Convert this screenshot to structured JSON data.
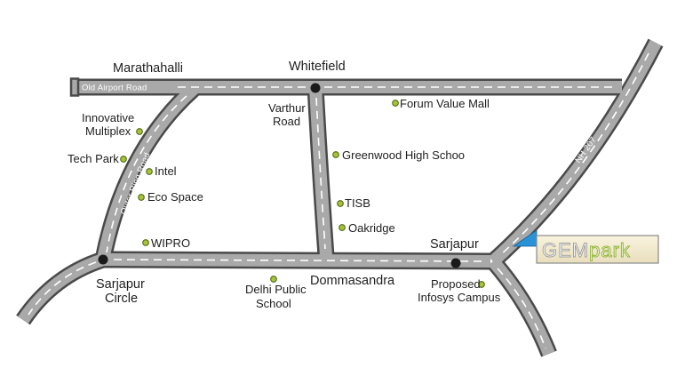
{
  "colors": {
    "road_fill": "#a9a9a9",
    "road_outline": "#4a4a4a",
    "lane_dash": "#ffffff",
    "junction": "#1a1a1a",
    "landmark_dot": "#a8c23a",
    "landmark_dot_outline": "#4f6b12",
    "label_text": "#1e1e1e",
    "logo_bg": "#f4ecd0",
    "logo_border": "#8a8a8a",
    "marker_blue": "#2a93d8"
  },
  "roads": {
    "old_airport_road": "Old Airport Road",
    "outer_ring_road": "Outer Ring Road",
    "nh_207": "NH 207"
  },
  "junctions": {
    "marathahalli": "Marathahalli",
    "whitefield": "Whitefield",
    "varthur_road_line1": "Varthur",
    "varthur_road_line2": "Road",
    "sarjapur_circle_line1": "Sarjapur",
    "sarjapur_circle_line2": "Circle",
    "dommasandra": "Dommasandra",
    "sarjapur": "Sarjapur"
  },
  "landmarks": {
    "innovative_multiplex_line1": "Innovative",
    "innovative_multiplex_line2": "Multiplex",
    "tech_park": "Tech Park",
    "intel": "Intel",
    "eco_space": "Eco Space",
    "wipro": "WIPRO",
    "forum_value_mall": "Forum Value Mall",
    "greenwood_high": "Greenwood High Schoo",
    "tisb": "TISB",
    "oakridge": "Oakridge",
    "delhi_public_school_line1": "Delhi Public",
    "delhi_public_school_line2": "School",
    "infosys_campus_line1": "Proposed",
    "infosys_campus_line2": "Infosys Campus"
  },
  "logo": {
    "part1": "GEM",
    "part2": "park"
  }
}
